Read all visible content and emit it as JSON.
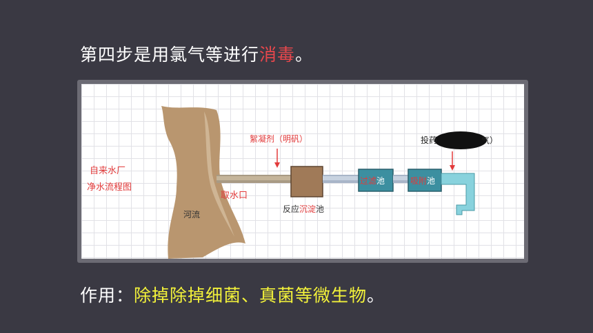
{
  "heading": {
    "prefix": "第四步是用氯气等进行",
    "highlight": "消毒",
    "suffix": "。"
  },
  "diagram": {
    "title_line1": "自来水厂",
    "title_line2": "净水流程图",
    "river": "河流",
    "intake": "取水口",
    "coagulant": "絮凝剂（明矾）",
    "tank_prefix": "反应",
    "tank_red": "沉淀",
    "tank_suffix": "池",
    "filter_red": "过滤",
    "filter_suffix": "池",
    "adsorb_red": "吸附",
    "adsorb_suffix": "池",
    "chlorine_visible": "投药",
    "chlorine_tail": "气）",
    "colors": {
      "river": "#b9966f",
      "pipe": "#a8b5c8",
      "tank": "#a07a58",
      "filter": "#3c8fa0",
      "outlet": "#88d2dd",
      "red_text": "#e23a3a"
    }
  },
  "footer": {
    "label": "作用：",
    "highlight": "除掉除掉细菌、真菌等微生物",
    "suffix": "。"
  }
}
